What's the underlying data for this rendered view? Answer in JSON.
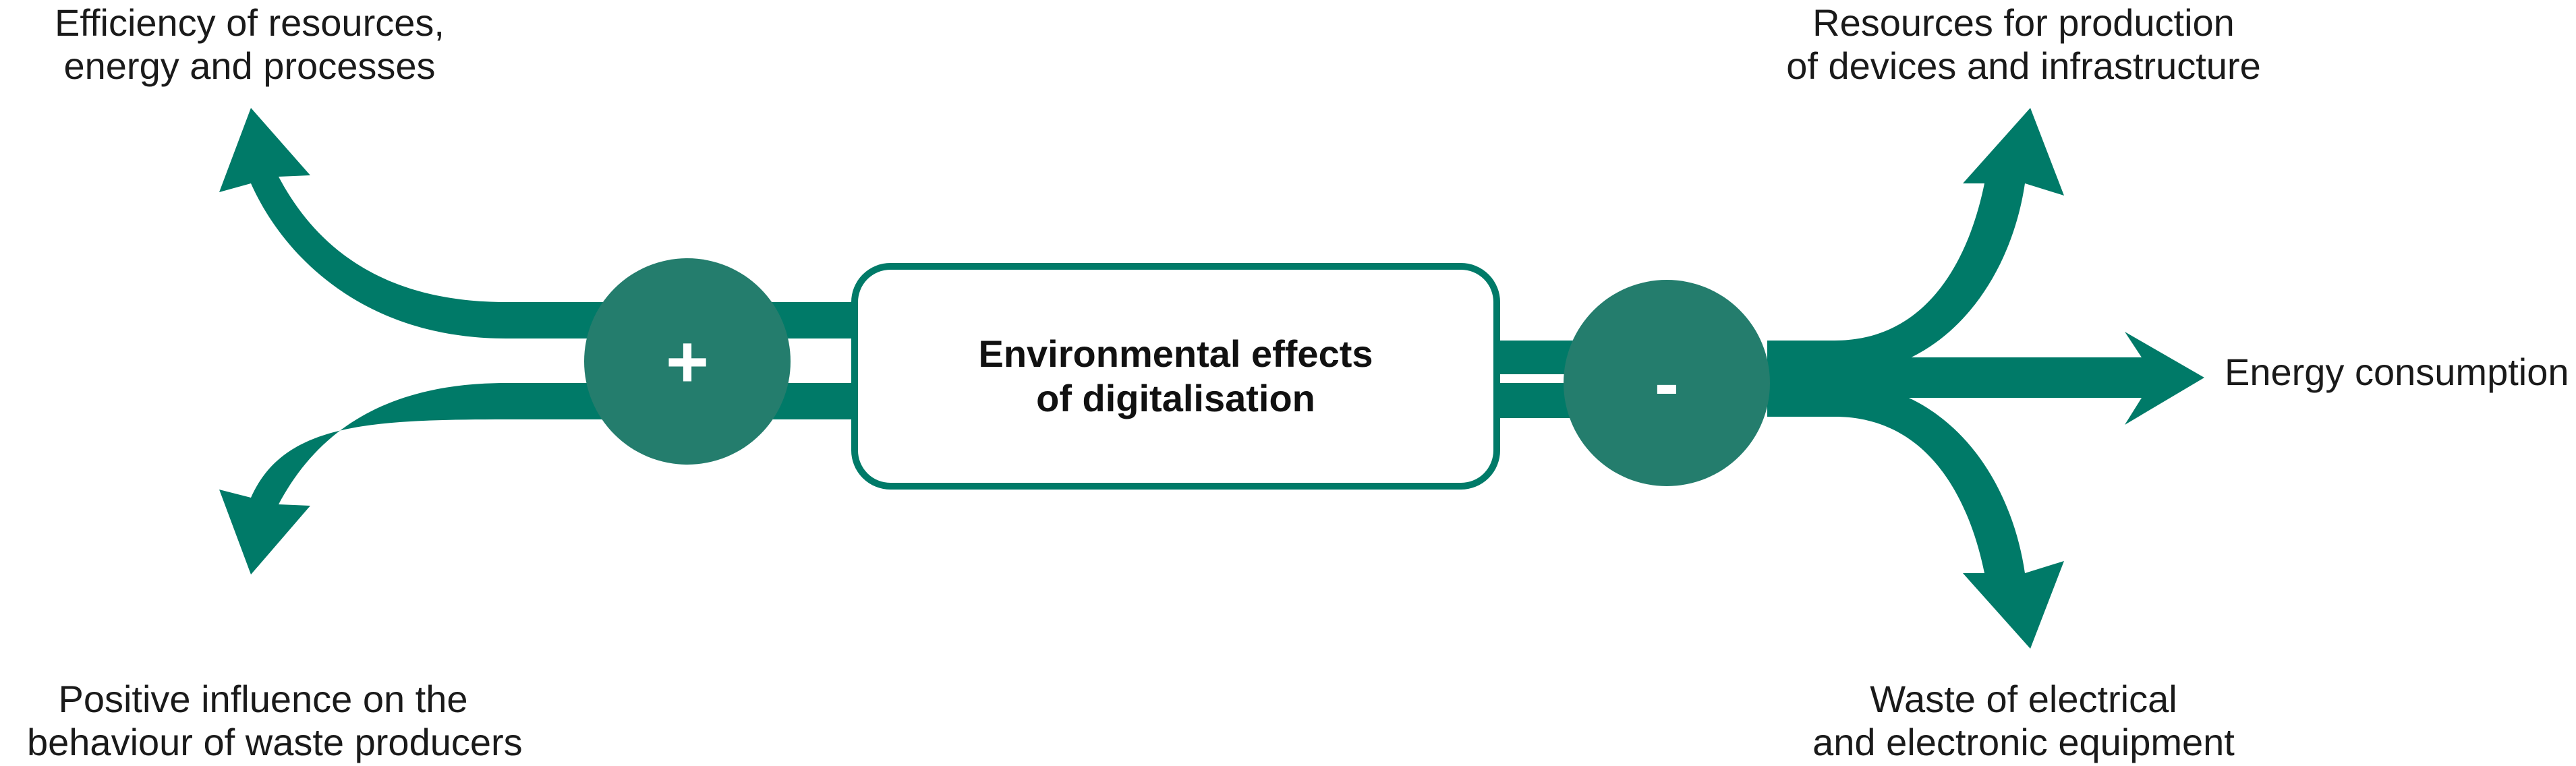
{
  "colors": {
    "arrow": "#007a68",
    "circle": "#247d6d",
    "text": "#1a1a1a"
  },
  "center": {
    "line1": "Environmental effects",
    "line2": "of digitalisation"
  },
  "positive": {
    "sign": "+",
    "top_label": [
      "Efficiency of resources,",
      "energy and processes"
    ],
    "bottom_label": [
      "Positive influence on the",
      "behaviour of waste producers"
    ]
  },
  "negative": {
    "sign": "-",
    "top_label": [
      "Resources for production",
      "of devices and infrastructure"
    ],
    "middle_label": "Energy consumption",
    "bottom_label": [
      "Waste of electrical",
      "and electronic equipment"
    ]
  }
}
